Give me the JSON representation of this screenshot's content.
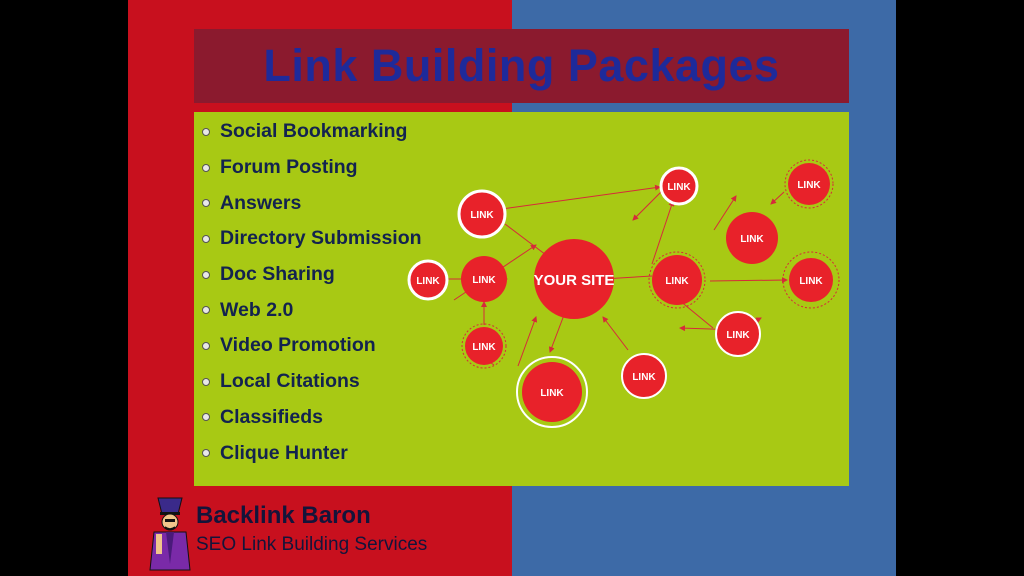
{
  "title": "Link Building Packages",
  "services": [
    "Social Bookmarking",
    "Forum Posting",
    "Answers",
    "Directory Submission",
    "Doc Sharing",
    "Web 2.0",
    "Video Promotion",
    "Local Citations",
    "Classifieds",
    "Clique Hunter"
  ],
  "diagram": {
    "center_label": "YOUR SITE",
    "node_label": "LINK"
  },
  "brand": {
    "name": "Backlink Baron",
    "tagline": "SEO Link Building Services"
  },
  "colors": {
    "left_bg": "#c8101e",
    "right_bg": "#3d6aa7",
    "title_bar": "#8b1a2e",
    "title_text": "#1e2a9a",
    "panel": "#a8c914",
    "node": "#e8222a"
  }
}
